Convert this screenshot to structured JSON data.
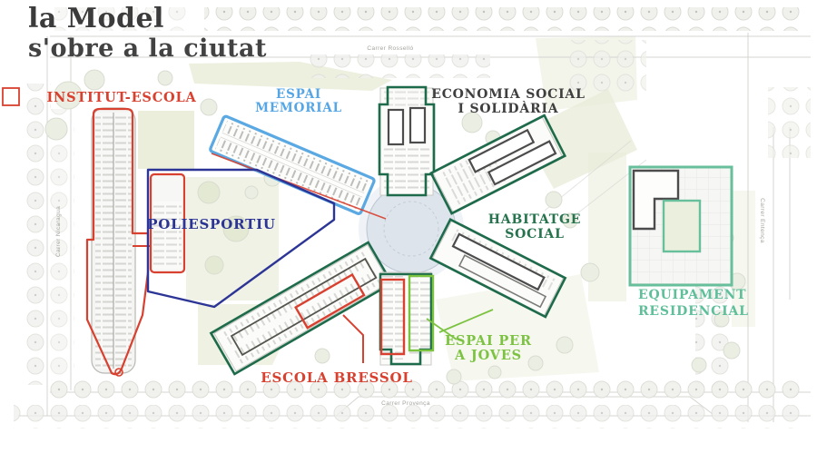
{
  "title": {
    "line1": "la Model",
    "line2": "s'obre a la ciutat"
  },
  "zones": {
    "institut_escola": {
      "label": "INSTITUT-ESCOLA",
      "color": "#d8402f"
    },
    "espai_memorial": {
      "line1": "ESPAI",
      "line2": "MEMORIAL",
      "color": "#56a6e5"
    },
    "economia_social": {
      "line1": "ECONOMIA SOCIAL",
      "line2": "I SOLIDÀRIA",
      "color": "#3f3f3f"
    },
    "poliesportiu": {
      "label": "POLIESPORTIU",
      "color": "#2c3596"
    },
    "habitatge_social": {
      "line1": "HABITATGE",
      "line2": "SOCIAL",
      "color": "#26734e"
    },
    "escola_bressol": {
      "label": "ESCOLA BRESSOL",
      "color": "#d8402f"
    },
    "espai_joves": {
      "line1": "ESPAI PER",
      "line2": "A JOVES",
      "color": "#7cc342"
    },
    "equipament_residencial": {
      "line1": "EQUIPAMENT",
      "line2": "RESIDENCIAL",
      "color": "#5fbf9a"
    }
  },
  "streets": {
    "north": "Carrer Rosselló",
    "south": "Carrer Provença",
    "east": "Carrer Entença",
    "west": "Carrer Nicaragua"
  },
  "colors": {
    "red": "#d8402f",
    "light_blue": "#56a6e5",
    "navy": "#2c3596",
    "dark_green": "#1d6b4b",
    "bright_green": "#7cc342",
    "teal": "#5fbf9a",
    "dark_gray": "#3f3f3f",
    "plaza": "#dde4ec",
    "park": "#e8ecd7"
  }
}
